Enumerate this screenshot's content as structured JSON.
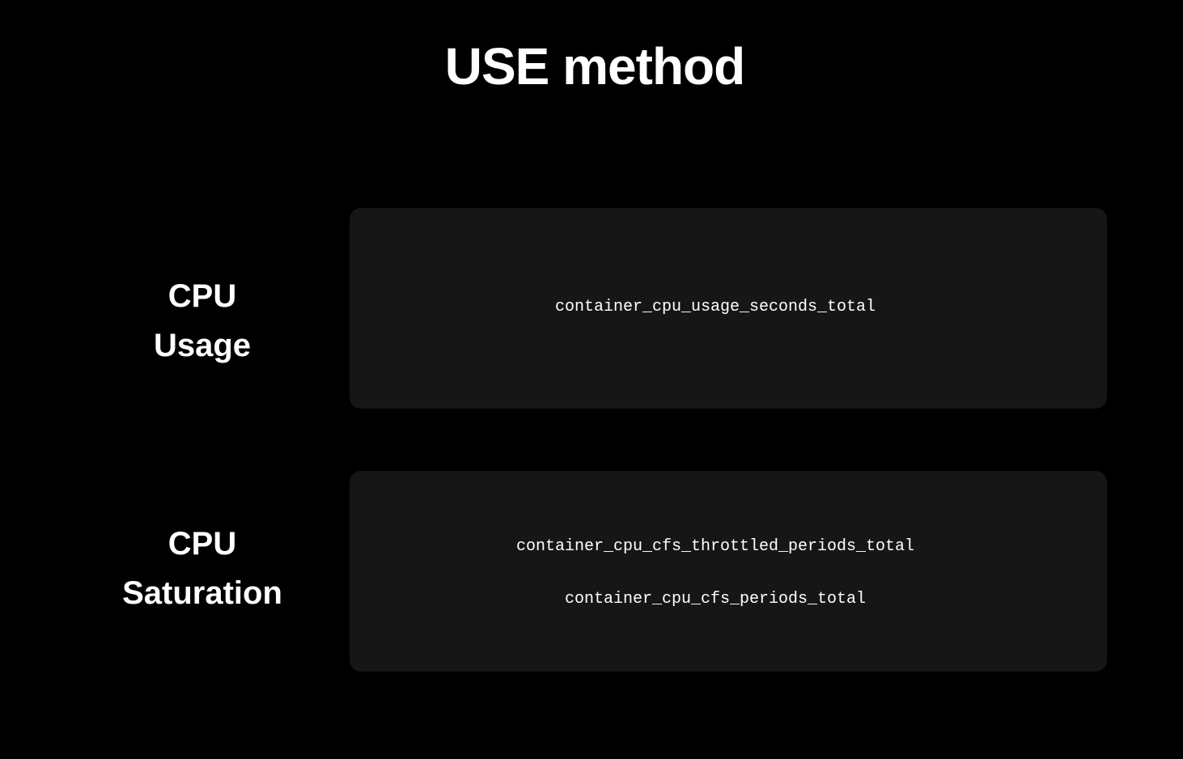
{
  "title": "USE method",
  "rows": [
    {
      "label_line1": "CPU",
      "label_line2": "Usage",
      "metrics": [
        "container_cpu_usage_seconds_total"
      ]
    },
    {
      "label_line1": "CPU",
      "label_line2": "Saturation",
      "metrics": [
        "container_cpu_cfs_throttled_periods_total",
        "container_cpu_cfs_periods_total"
      ]
    }
  ],
  "colors": {
    "background": "#000000",
    "card": "#161616",
    "text": "#ffffff"
  }
}
